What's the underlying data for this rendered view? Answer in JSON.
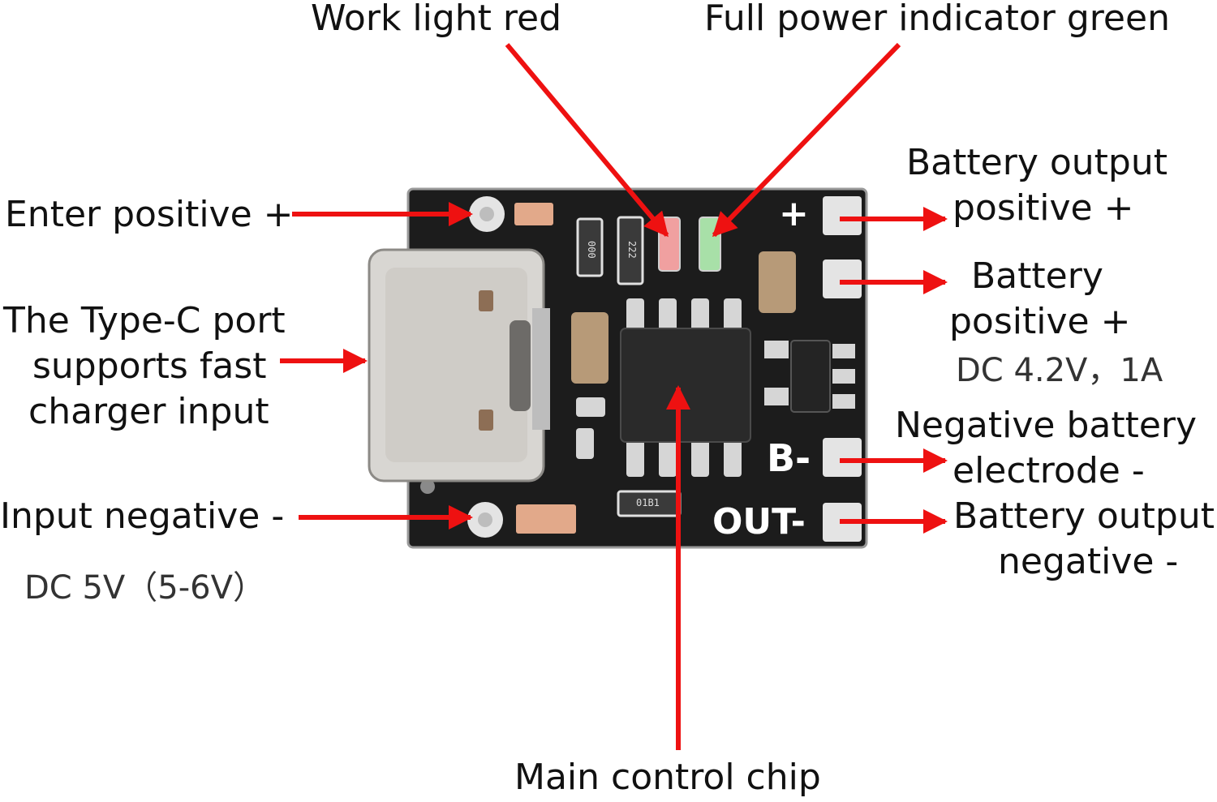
{
  "colors": {
    "arrow": "#ee1111",
    "board": "#1c1c1c",
    "pad": "#e4e4e4",
    "usb": "#d8d6d2",
    "chip": "#2a2a2a",
    "resistor": "#e2a98a",
    "capacitor": "#b79a78",
    "led_red": "#f0a0a0",
    "led_green": "#a8e0a8"
  },
  "labels": {
    "work_light": "Work light red",
    "full_power": "Full power indicator green",
    "enter_positive": "Enter positive +",
    "type_c": [
      "The Type-C port",
      "supports fast",
      "charger input"
    ],
    "input_negative": "Input negative -",
    "input_spec": "DC 5V（5-6V）",
    "battery_output_positive": [
      "Battery output",
      "positive +"
    ],
    "battery_positive": [
      "Battery",
      "positive +"
    ],
    "battery_spec": "DC 4.2V，1A",
    "negative_battery": [
      "Negative battery",
      "electrode -"
    ],
    "battery_output_negative": [
      "Battery output",
      "negative -"
    ],
    "main_chip": "Main control chip"
  },
  "board": {
    "plus_mark": "+",
    "b_minus_mark": "B-",
    "out_minus_mark": "OUT-",
    "silk_000": "000",
    "silk_222": "222",
    "silk_010": "01B1"
  }
}
